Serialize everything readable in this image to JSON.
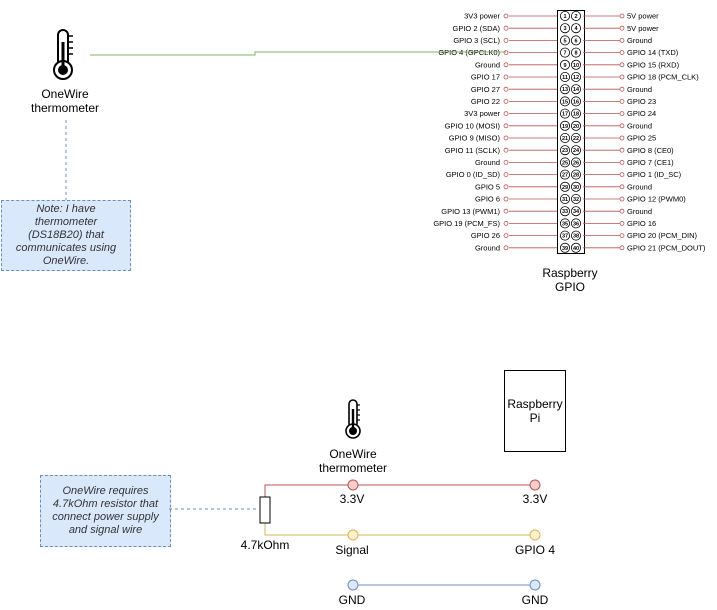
{
  "gpio": {
    "title_line1": "Raspberry",
    "title_line2": "GPIO",
    "left_pins": [
      "3V3 power",
      "GPIO 2 (SDA)",
      "GPIO 3 (SCL)",
      "GPIO 4 (GPCLK0)",
      "Ground",
      "GPIO 17",
      "GPIO 27",
      "GPIO 22",
      "3V3 power",
      "GPIO 10 (MOSI)",
      "GPIO 9 (MISO)",
      "GPIO 11 (SCLK)",
      "Ground",
      "GPIO 0 (ID_SD)",
      "GPIO 5",
      "GPIO 6",
      "GPIO 13 (PWM1)",
      "GPIO 19 (PCM_FS)",
      "GPIO 26",
      "Ground"
    ],
    "right_pins": [
      "5V power",
      "5V power",
      "Ground",
      "GPIO 14 (TXD)",
      "GPIO 15 (RXD)",
      "GPIO 18 (PCM_CLK)",
      "Ground",
      "GPIO 23",
      "GPIO 24",
      "Ground",
      "GPIO 25",
      "GPIO 8 (CE0)",
      "GPIO 7 (CE1)",
      "GPIO 1 (ID_SC)",
      "Ground",
      "GPIO 12 (PWM0)",
      "Ground",
      "GPIO 16",
      "GPIO 20 (PCM_DIN)",
      "GPIO 21 (PCM_DOUT)"
    ],
    "pin_numbers": [
      "1",
      "2",
      "3",
      "4",
      "5",
      "6",
      "7",
      "8",
      "9",
      "10",
      "11",
      "12",
      "13",
      "14",
      "15",
      "16",
      "17",
      "18",
      "19",
      "20",
      "21",
      "22",
      "23",
      "24",
      "25",
      "26",
      "27",
      "28",
      "29",
      "30",
      "31",
      "32",
      "33",
      "34",
      "35",
      "36",
      "37",
      "38",
      "39",
      "40"
    ]
  },
  "top_thermometer": {
    "line1": "OneWire",
    "line2": "thermometer"
  },
  "top_note": "Note: I have thermometer (DS18B20) that communicates using OneWire.",
  "bottom_thermometer": {
    "line1": "OneWire",
    "line2": "thermometer"
  },
  "raspberry_pi_box": {
    "line1": "Raspberry",
    "line2": "Pi"
  },
  "bottom_note": "OneWire requires 4.7kOhm resistor that connect power supply and signal wire",
  "resistor_label": "4.7kOhm",
  "wires": {
    "power_left": "3.3V",
    "power_right": "3.3V",
    "signal_left": "Signal",
    "signal_right": "GPIO 4",
    "gnd_left": "GND",
    "gnd_right": "GND"
  },
  "colors": {
    "power_wire": "#b85450",
    "power_fill": "#f8cecc",
    "signal_wire": "#d6b656",
    "signal_fill": "#fff2cc",
    "gnd_wire": "#6c8ebf",
    "gnd_fill": "#dae8fc",
    "data_wire": "#82b366",
    "note_fill": "#dae8fc",
    "note_border": "#6c8ebf"
  }
}
